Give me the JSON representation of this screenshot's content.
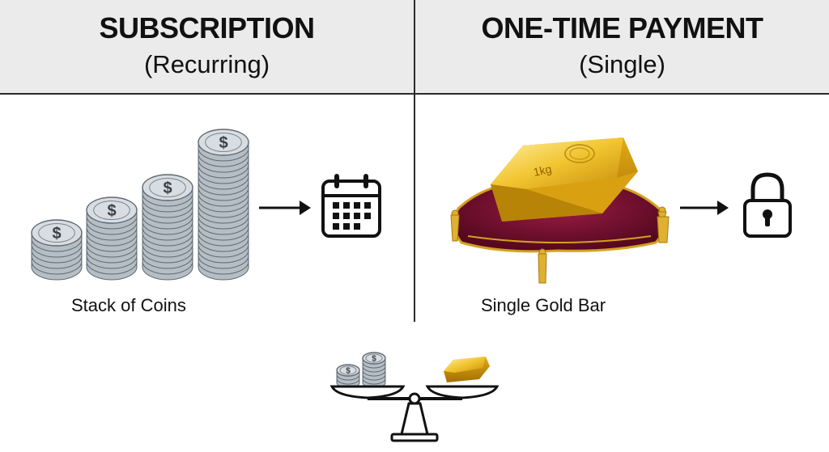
{
  "left_panel": {
    "title": "SUBSCRIPTION",
    "subtitle": "(Recurring)",
    "caption": "Stack of Coins",
    "coin_symbol": "$",
    "icons": [
      "coin-stacks-icon",
      "arrow-right-icon",
      "calendar-icon"
    ]
  },
  "right_panel": {
    "title": "ONE-TIME PAYMENT",
    "subtitle": "(Single)",
    "caption": "Single Gold Bar",
    "bar_label": "1kg",
    "icons": [
      "gold-bar-on-cushion-icon",
      "arrow-right-icon",
      "padlock-icon"
    ]
  },
  "bottom": {
    "icons": [
      "balance-scale-icon",
      "small-coin-stacks-icon",
      "small-gold-bar-icon"
    ]
  },
  "colors": {
    "header_bg": "#ebebeb",
    "line": "#2a2a2a",
    "coin": "#b8c0c8",
    "gold": "#e8b923",
    "cushion": "#7a1230"
  }
}
